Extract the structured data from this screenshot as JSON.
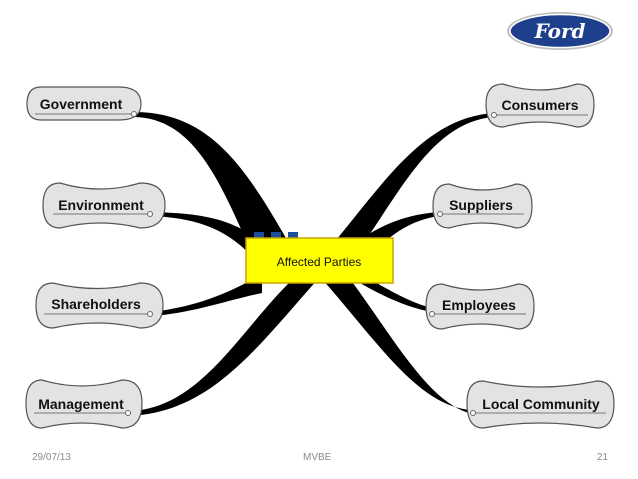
{
  "logo": {
    "brand_text": "Ford",
    "oval_color": "#1d3f8c",
    "text_color": "#ffffff"
  },
  "center": {
    "label": "Affected Parties",
    "fill": "#ffff00",
    "border": "#c9a400"
  },
  "nodes_left": [
    {
      "label": "Government"
    },
    {
      "label": "Environment"
    },
    {
      "label": "Shareholders"
    },
    {
      "label": "Management"
    }
  ],
  "nodes_right": [
    {
      "label": "Consumers"
    },
    {
      "label": "Suppliers"
    },
    {
      "label": "Employees"
    },
    {
      "label": "Local Community"
    }
  ],
  "colors": {
    "node_fill": "#e3e3e3",
    "node_stroke": "#555555",
    "branch": "#000000",
    "accent_blue": "#1d4f9c"
  },
  "footer": {
    "date": "29/07/13",
    "center": "MVBE",
    "page": "21"
  }
}
